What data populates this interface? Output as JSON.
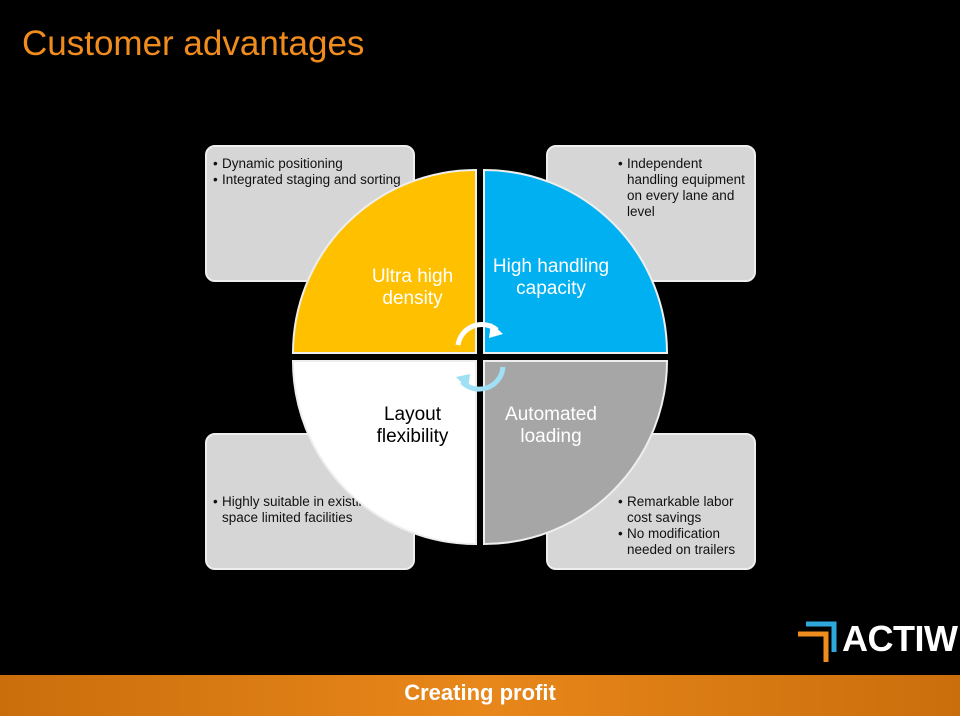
{
  "title": "Customer advantages",
  "quadrants": {
    "top_left": {
      "label": "Ultra high density",
      "color": "#ffc000"
    },
    "top_right": {
      "label": "High handling capacity",
      "color": "#00b0f0"
    },
    "bottom_left": {
      "label": "Layout flexibility",
      "color": "#ffffff"
    },
    "bottom_right": {
      "label": "Automated loading",
      "color": "#a6a6a6"
    }
  },
  "boxes": {
    "top_left": [
      "Dynamic positioning",
      "Integrated staging and sorting"
    ],
    "top_right": [
      "Independent handling equipment on every lane and level"
    ],
    "bottom_left": [
      "Highly suitable in existing or space limited facilities"
    ],
    "bottom_right": [
      "Remarkable labor cost savings",
      "No modification needed on trailers"
    ]
  },
  "logo": {
    "text": "ACTIW"
  },
  "footer": {
    "tagline": "Creating profit"
  }
}
